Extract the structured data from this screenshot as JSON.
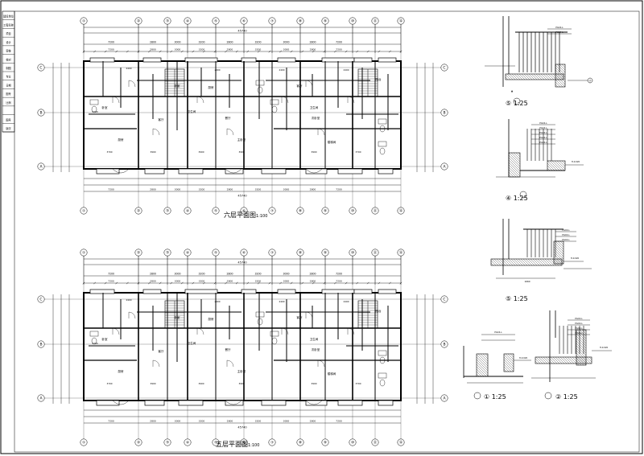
{
  "sidebar": {
    "rows": [
      "建设单位",
      "工程名称",
      "项目",
      "设计",
      "审核",
      "校对",
      "制图",
      "专业",
      "日期",
      "图号",
      "比例",
      "",
      "图号",
      "版次"
    ]
  },
  "plan_top": {
    "title": "六层平面图",
    "scale": "1:100",
    "overall": "45740",
    "bays": [
      "7200",
      "2800",
      "3000",
      "3200",
      "2800",
      "3200",
      "3000",
      "2800",
      "7200"
    ],
    "axes_x": [
      "①",
      "②",
      "③",
      "④",
      "⑤",
      "⑥",
      "⑦",
      "⑧",
      "⑨",
      "⑩",
      "⑪",
      "⑫"
    ],
    "axes_y": [
      "C",
      "B",
      "A"
    ],
    "rooms": [
      "卧室",
      "厨房",
      "客厅",
      "卫生间",
      "餐厅",
      "主卧室",
      "次卧室",
      "楼梯间",
      "阳台"
    ]
  },
  "plan_bottom": {
    "title": "五层平面图",
    "scale": "1:100",
    "overall": "45740",
    "bays": [
      "7200",
      "2800",
      "3000",
      "3200",
      "2800",
      "3200",
      "3000",
      "2800",
      "7200"
    ],
    "axes_x": [
      "①",
      "②",
      "③",
      "④",
      "⑤",
      "⑥",
      "⑦",
      "⑧",
      "⑨",
      "⑩",
      "⑪",
      "⑫"
    ],
    "axes_y": [
      "C",
      "B",
      "A"
    ],
    "rooms": [
      "卧室",
      "厨房",
      "客厅",
      "卫生间",
      "餐厅",
      "主卧室",
      "次卧室",
      "楼梯间",
      "阳台"
    ]
  },
  "details": [
    {
      "id": "d5a",
      "label": "⑤ 1:25"
    },
    {
      "id": "d4",
      "label": "④ 1:25"
    },
    {
      "id": "d5b",
      "label": "⑤ 1:25"
    },
    {
      "id": "d1",
      "label": "① 1:25"
    },
    {
      "id": "d2",
      "label": "② 1:25"
    }
  ]
}
